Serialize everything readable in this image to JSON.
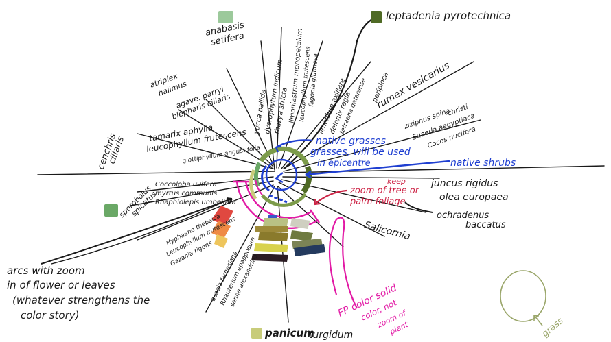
{
  "colors": {
    "ink": "#1a1a1a",
    "blue": "#1f3fd1",
    "magenta": "#e21aa5",
    "red": "#cc2244",
    "grass_green": "#9aa66a",
    "swatch_mint": "#9cc99b",
    "swatch_olive": "#4f6a25",
    "swatch_sage": "#6aa866",
    "swatch_yellow": "#c8cc7a"
  },
  "labels": {
    "anabasis_line1": "anabasis",
    "anabasis_line2": "setifera",
    "leptadenia": "leptadenia pyrotechnica",
    "cenchrus_line1": "cenchris",
    "cenchrus_line2": "ciliaris",
    "sporobolus_line1": "sporobolus",
    "sporobolus_line2": "spicatus",
    "panicum_line1": "panicum",
    "panicum_line2": "turgidum",
    "juncus_line1": "juncus rigidus",
    "juncus_line2": "olea europaea",
    "ochradenus_line1": "ochradenus",
    "ochradenus_line2": "baccatus",
    "salicornia": "Salicornia",
    "rumex": "rumex vesicarius",
    "ziziphus_line1": "ziziphus spina",
    "ziziphus_line2": "-christi",
    "suaeda": "Suaeda aegyptiaca",
    "cocos": "Cocos nucifera",
    "limonium": "limonium axillare",
    "delonix": "delonix regia",
    "tetraena": "tetraena qataranse",
    "periploca": "periploca",
    "limoniastrum": "limoniastrum monopetalum",
    "leucophyllum_top": "leucophyllum frutescens",
    "fagonia": "fagonia glutinosa",
    "yucca": "yucca pallida",
    "dyerophytum": "dyerophytum indicum",
    "ziziphus_stricta": "rhazya stricta",
    "atriplex_line1": "atriplex",
    "atriplex_line2": "halimus",
    "agave": "agave. parryi",
    "blepharis": "blepharis ciliaris",
    "tamarix": "tamarix aphylla",
    "leucophyllum_mid": "leucophyllum frutescens",
    "glottiphyllum": "glottiphyllum angustifolia",
    "coccoloba": "Coccoloba uvifera",
    "myrtus": "myrtus communis",
    "rhaphiolepis": "Rhaphiolepis umbellata",
    "hyphaene": "Hyphaene thebaica",
    "leucophyllum_low": "Leucophyllum frutescens",
    "gazania": "Gazania rigens",
    "acacia": "acacia farnesiana",
    "rhanterium": "Rhanterium epapposum",
    "senna": "senna alexandrina",
    "native_grasses": "native grasses",
    "grasses_used": "grasses, will be used",
    "epicentre": "in epicentre",
    "native_shrubs": "native shrubs",
    "keep": "keep",
    "zoom_tree_line1": "zoom of tree or",
    "zoom_tree_line2": "palm foliage",
    "arcs_line1": "arcs with zoom",
    "arcs_line2": "in of flower or leaves",
    "arcs_line3": "(whatever strengthens the",
    "arcs_line4": "color story)",
    "fp_line1": "FP color solid",
    "fp_line2": "color, not",
    "fp_line3": "zoom of",
    "fp_line4": "plant",
    "grass": "grass"
  }
}
